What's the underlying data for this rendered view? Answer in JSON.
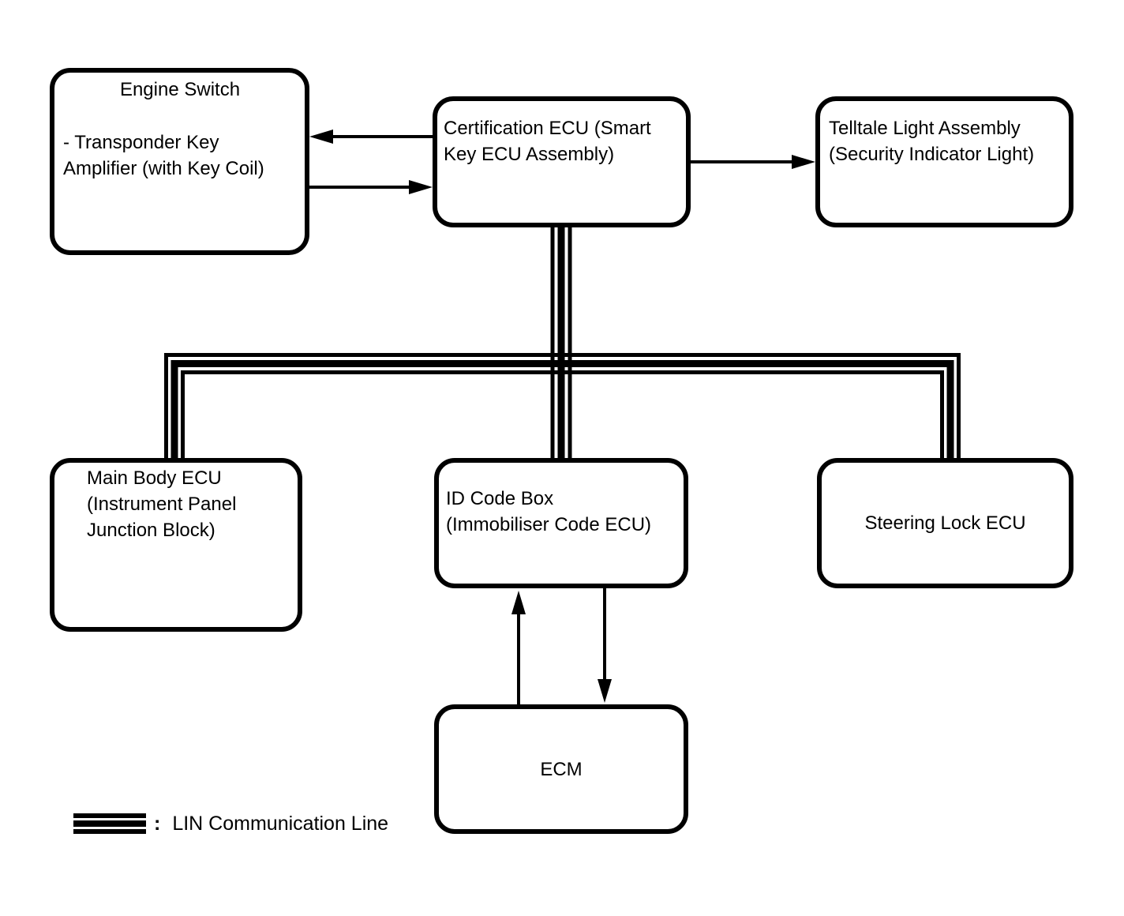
{
  "diagram": {
    "nodes": {
      "engine_switch": {
        "title": "Engine Switch",
        "body": "- Transponder Key\nAmplifier (with Key Coil)"
      },
      "certification_ecu": {
        "label": "Certification ECU (Smart\nKey ECU Assembly)"
      },
      "telltale_light": {
        "label": "Telltale Light Assembly\n(Security Indicator Light)"
      },
      "main_body_ecu": {
        "label": "Main Body ECU\n(Instrument Panel\nJunction Block)"
      },
      "id_code_box": {
        "label": "ID Code Box\n(Immobiliser Code ECU)"
      },
      "steering_lock_ecu": {
        "label": "Steering Lock ECU"
      },
      "ecm": {
        "label": "ECM"
      }
    },
    "legend": {
      "symbol": "lin-triple-line",
      "separator": ":",
      "label": "LIN Communication Line"
    },
    "colors": {
      "ink": "#000000",
      "background": "#ffffff"
    }
  }
}
